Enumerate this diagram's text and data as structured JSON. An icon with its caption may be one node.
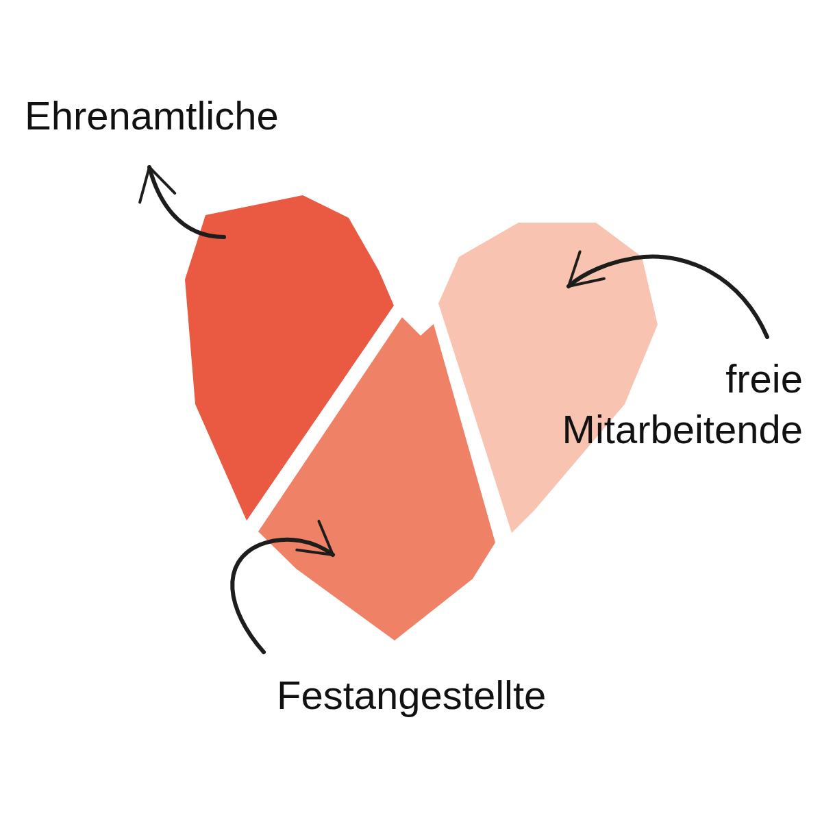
{
  "diagram": {
    "nodes": [
      {
        "text": [
          "Ehrenamtliche"
        ]
      },
      {
        "text": [],
        "shape": "polygon"
      },
      {
        "text": [
          "Festangestellte"
        ]
      },
      {
        "text": [],
        "shape": "polygon"
      },
      {
        "text": [
          "freie Mitarbeitende"
        ]
      },
      {
        "text": [],
        "shape": "polygon"
      }
    ],
    "edges": [
      {
        "from": 1,
        "to": 0,
        "arrow": "to"
      },
      {
        "from": 2,
        "to": 3,
        "arrow": "to"
      },
      {
        "from": 4,
        "to": 5,
        "arrow": "to"
      }
    ]
  }
}
